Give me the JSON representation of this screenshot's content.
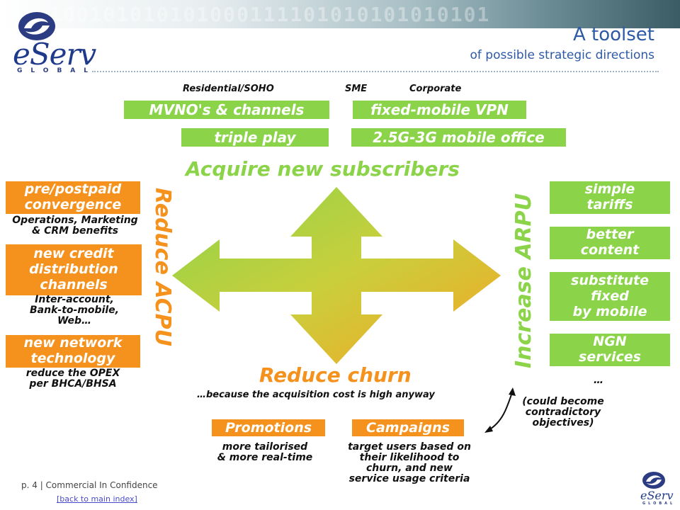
{
  "header": {
    "banner_digits": "100101010101000111101010101010101",
    "logo_text": "eServ",
    "logo_sub": "GLOBAL",
    "title_line1": "A toolset",
    "title_line2": "of possible strategic directions"
  },
  "segments": {
    "residential": "Residential/SOHO",
    "sme": "SME",
    "corporate": "Corporate"
  },
  "top_boxes": {
    "mvno": "MVNO's & channels",
    "fixed_mobile_vpn": "fixed-mobile VPN",
    "triple_play": "triple play",
    "mobile_office": "2.5G-3G mobile office"
  },
  "directions": {
    "acquire": "Acquire new subscribers",
    "reduce_acpu": "Reduce ACPU",
    "increase_arpu": "Increase ARPU",
    "reduce_churn": "Reduce churn",
    "churn_note": "…because the acquisition cost is high anyway"
  },
  "left_items": [
    {
      "label_line1": "pre/postpaid",
      "label_line2": "convergence",
      "note_line1": "Operations, Marketing",
      "note_line2": "& CRM benefits"
    },
    {
      "label_line1": "new credit",
      "label_line2": "distribution",
      "label_line3": "channels",
      "note_line1": "Inter-account,",
      "note_line2": "Bank-to-mobile,",
      "note_line3": "Web…"
    },
    {
      "label_line1": "new network",
      "label_line2": "technology",
      "note_line1": "reduce the OPEX",
      "note_line2": "per BHCA/BHSA"
    }
  ],
  "right_items": [
    {
      "line1": "simple",
      "line2": "tariffs"
    },
    {
      "line1": "better",
      "line2": "content"
    },
    {
      "line1": "substitute",
      "line2": "fixed",
      "line3": "by mobile"
    },
    {
      "line1": "NGN",
      "line2": "services"
    }
  ],
  "right_extra": {
    "ellipsis": "…",
    "note_line1": "(could become",
    "note_line2": "contradictory",
    "note_line3": "objectives)"
  },
  "bottom": {
    "promotions": "Promotions",
    "campaigns": "Campaigns",
    "promo_note_line1": "more tailorised",
    "promo_note_line2": "& more real-time",
    "campaign_note_line1": "target users based on",
    "campaign_note_line2": "their likelihood to",
    "campaign_note_line3": "churn, and new",
    "campaign_note_line4": "service usage criteria"
  },
  "footer": {
    "page": "p. 4 | Commercial In Confidence",
    "back_link": "[back to main index]"
  },
  "colors": {
    "green": "#8bd44a",
    "orange": "#f5921e",
    "brand_blue": "#2d59a5"
  }
}
